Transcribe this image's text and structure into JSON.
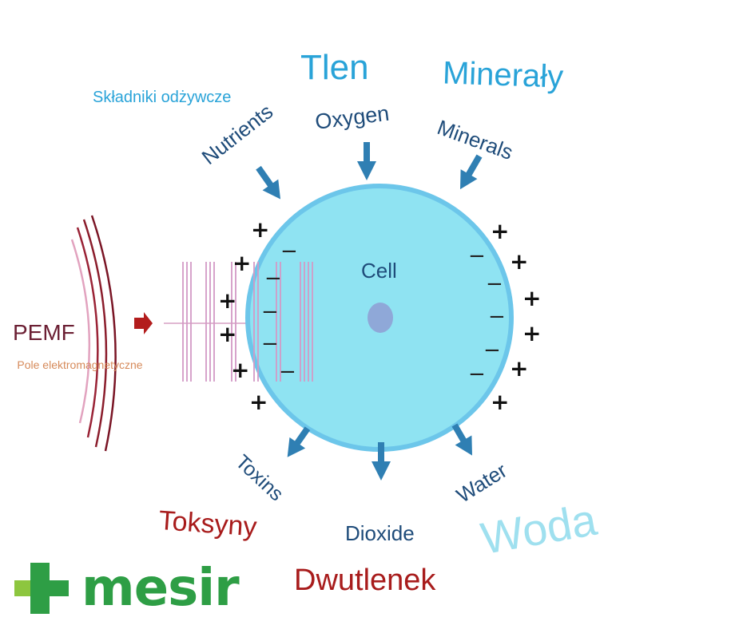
{
  "labels_pl": {
    "nutrients": "Składniki odżywcze",
    "oxygen": "Tlen",
    "minerals": "Minerały",
    "toxins": "Toksyny",
    "dioxide": "Dwutlenek",
    "water": "Woda",
    "field": "Pole elektromagnetyczne"
  },
  "labels_en": {
    "nutrients": "Nutrients",
    "oxygen": "Oxygen",
    "minerals": "Minerals",
    "toxins": "Toxins",
    "dioxide": "Dioxide",
    "water": "Water"
  },
  "cell_label": "Cell",
  "pemf_label": "PEMF",
  "logo": {
    "text": "mesir",
    "icon": "plus-cross-icon",
    "color": "#2e9e45"
  },
  "colors": {
    "cell_fill": "#8fe3f2",
    "cell_stroke": "#6cc6ea",
    "nucleus": "#8fa8d8",
    "arrow": "#2f7fb3",
    "pemf_dark": "#8b1d2c",
    "pemf_light": "#d990b0",
    "label_pl_blue": "#29a3d8",
    "label_pl_red": "#a81c1c"
  }
}
